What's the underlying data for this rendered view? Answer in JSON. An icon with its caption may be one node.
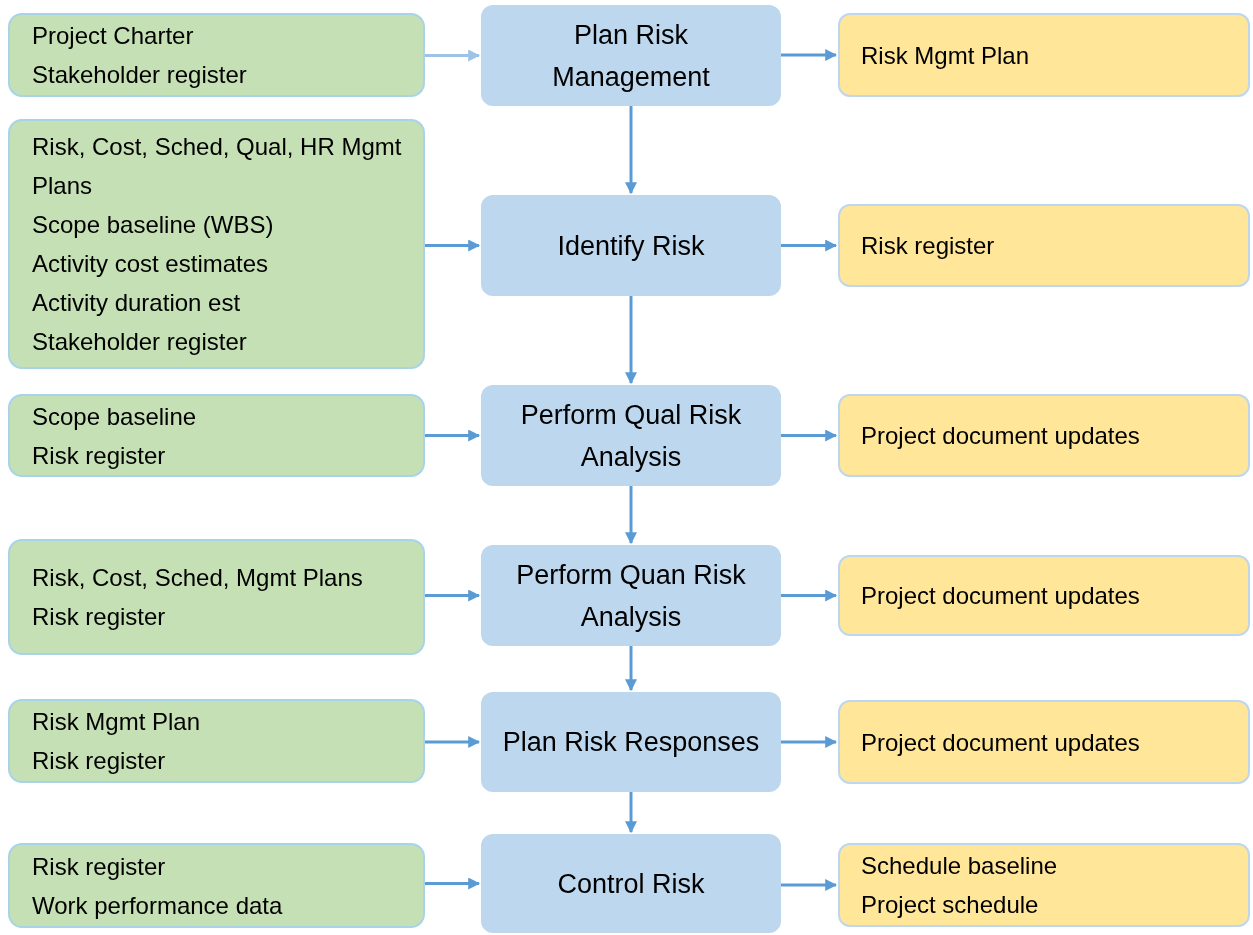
{
  "diagram": {
    "nodes": [
      {
        "text": [
          "Project Charter",
          "Stakeholder register"
        ]
      },
      {
        "text": [
          "Plan Risk Management"
        ]
      },
      {
        "text": [
          "Risk Mgmt Plan"
        ]
      },
      {
        "text": [
          "Risk, Cost, Sched, Qual, HR Mgmt Plans",
          "Scope baseline (WBS)",
          "Activity cost estimates",
          "Activity duration est",
          "Stakeholder register"
        ]
      },
      {
        "text": [
          "Identify Risk"
        ]
      },
      {
        "text": [
          "Risk register"
        ]
      },
      {
        "text": [
          "Scope baseline",
          "Risk register"
        ]
      },
      {
        "text": [
          "Perform Qual Risk Analysis"
        ]
      },
      {
        "text": [
          "Project document updates"
        ]
      },
      {
        "text": [
          "Risk, Cost, Sched, Mgmt Plans",
          "Risk register"
        ]
      },
      {
        "text": [
          "Perform Quan Risk Analysis"
        ]
      },
      {
        "text": [
          "Project document updates"
        ]
      },
      {
        "text": [
          "Risk Mgmt Plan",
          "Risk register"
        ]
      },
      {
        "text": [
          "Plan Risk Responses"
        ]
      },
      {
        "text": [
          "Project document updates"
        ]
      },
      {
        "text": [
          "Risk register",
          "Work performance data"
        ]
      },
      {
        "text": [
          "Control Risk"
        ]
      },
      {
        "text": [
          "Schedule baseline",
          "Project schedule"
        ]
      }
    ],
    "edges": [
      {
        "from": 0,
        "to": 1,
        "arrow": "to",
        "color": "#9dc3e6"
      },
      {
        "from": 1,
        "to": 2,
        "arrow": "to"
      },
      {
        "from": 1,
        "to": 4,
        "arrow": "to"
      },
      {
        "from": 3,
        "to": 4,
        "arrow": "to"
      },
      {
        "from": 4,
        "to": 5,
        "arrow": "to"
      },
      {
        "from": 4,
        "to": 7,
        "arrow": "to"
      },
      {
        "from": 6,
        "to": 7,
        "arrow": "to"
      },
      {
        "from": 7,
        "to": 8,
        "arrow": "to"
      },
      {
        "from": 7,
        "to": 10,
        "arrow": "to"
      },
      {
        "from": 9,
        "to": 10,
        "arrow": "to"
      },
      {
        "from": 10,
        "to": 11,
        "arrow": "to"
      },
      {
        "from": 10,
        "to": 13,
        "arrow": "to"
      },
      {
        "from": 12,
        "to": 13,
        "arrow": "to"
      },
      {
        "from": 13,
        "to": 14,
        "arrow": "to"
      },
      {
        "from": 13,
        "to": 16,
        "arrow": "to"
      },
      {
        "from": 15,
        "to": 16,
        "arrow": "to"
      },
      {
        "from": 16,
        "to": 17,
        "arrow": "to"
      }
    ]
  }
}
